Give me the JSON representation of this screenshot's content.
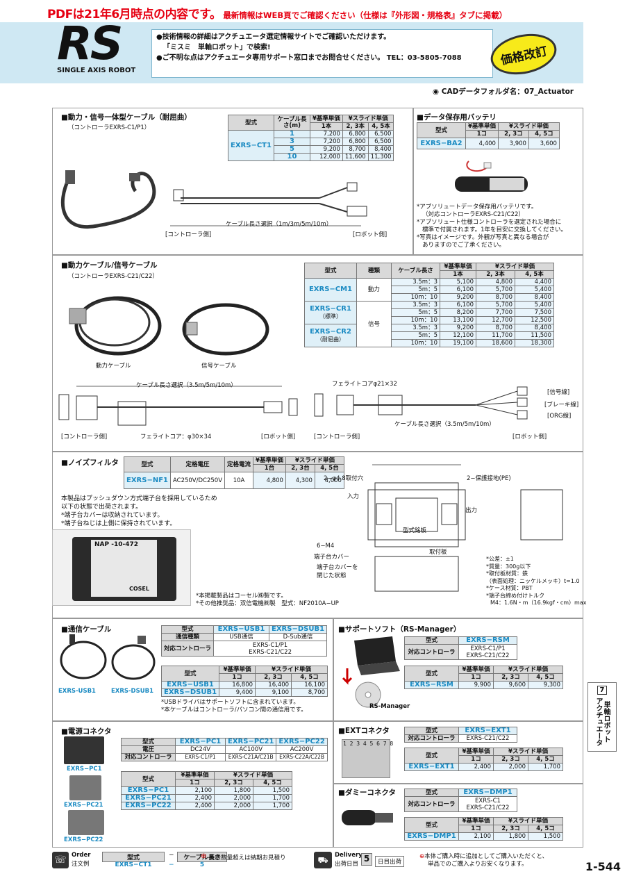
{
  "banner": {
    "big": "PDFは21年6月時点の内容です。",
    "small": "最新情報はWEB頁でご確認ください（仕様は『外形図・規格表』タブに掲載）"
  },
  "header": {
    "title": "RS",
    "subtitle": "SINGLE AXIS ROBOT",
    "notice1": "●技術情報の詳細はアクチュエータ選定情報サイトでご確認いただけます。",
    "notice2": "「ミスミ　単軸ロボット」で検索!",
    "notice3": "●ご不明な点はアクチュエータ専用サポート窓口までお問合せください。 TEL：03-5805-7088",
    "badge": "価格改訂",
    "cad": "CADデータフォルダ名：07_Actuator"
  },
  "s1": {
    "title": "■動力・信号一体型ケーブル（耐屈曲）",
    "sub": "（コントローラEXRS-C1/P1）",
    "h": [
      "型式",
      "ケーブル長さ(m)",
      "¥基準単価",
      "¥スライド単価"
    ],
    "h2": [
      "1本",
      "2, 3本",
      "4, 5本"
    ],
    "model": "EXRS−CT1",
    "rows": [
      [
        "1",
        "7,200",
        "6,800",
        "6,500"
      ],
      [
        "3",
        "7,200",
        "6,800",
        "6,500"
      ],
      [
        "5",
        "9,200",
        "8,700",
        "8,400"
      ],
      [
        "10",
        "12,000",
        "11,600",
        "11,300"
      ]
    ],
    "dim": "ケーブル長さ選択（1m/3m/5m/10m）",
    "ctl": "[コントローラ側]",
    "rob": "[ロボット側]"
  },
  "s2": {
    "title": "■データ保存用バッテリ",
    "h": [
      "型式",
      "¥基準単価",
      "¥スライド単価"
    ],
    "h2": [
      "1コ",
      "2, 3コ",
      "4, 5コ"
    ],
    "row": [
      "EXRS−BA2",
      "4,400",
      "3,900",
      "3,600"
    ],
    "notes": [
      "*アブソリュートデータ保存用バッテリです。",
      "（対応コントローラEXRS-C21/C22）",
      "*アブソリュート仕様コントローラを選定された場合に",
      "標準で付属されます。1年を目安に交換してください。",
      "*写真はイメージです。外観が写真と異なる場合が",
      "ありますのでご了承ください。"
    ]
  },
  "s3": {
    "title": "■動力ケーブル/信号ケーブル",
    "sub": "（コントローラEXRS-C21/C22）",
    "cap1": "動力ケーブル",
    "cap2": "信号ケーブル",
    "h": [
      "型式",
      "種類",
      "ケーブル長さ",
      "¥基準単価",
      "¥スライド単価"
    ],
    "h2": [
      "1本",
      "2, 3本",
      "4, 5本"
    ],
    "m1": "EXRS−CM1",
    "m2": "EXRS−CR1",
    "m2s": "（標準）",
    "m3": "EXRS−CR2",
    "m3s": "（耐屈曲）",
    "k1": "動力",
    "k2": "信号",
    "rows": [
      [
        "3.5m：3",
        "5,100",
        "4,800",
        "4,400"
      ],
      [
        "5m：5",
        "6,100",
        "5,700",
        "5,400"
      ],
      [
        "10m：10",
        "9,200",
        "8,700",
        "8,400"
      ],
      [
        "3.5m：3",
        "6,100",
        "5,700",
        "5,400"
      ],
      [
        "5m：5",
        "8,200",
        "7,700",
        "7,500"
      ],
      [
        "10m：10",
        "13,100",
        "12,700",
        "12,500"
      ],
      [
        "3.5m：3",
        "9,200",
        "8,700",
        "8,400"
      ],
      [
        "5m：5",
        "12,100",
        "11,700",
        "11,500"
      ],
      [
        "10m：10",
        "19,100",
        "18,600",
        "18,300"
      ]
    ],
    "d1": "ケーブル長さ選択（3.5m/5m/10m）",
    "d2": "フェライトコア：φ30×34",
    "d3": "フェライトコアφ21×32",
    "ctl": "[コントローラ側]",
    "rob": "[ロボット側]",
    "sig": "[信号線]",
    "brk": "[ブレーキ線]",
    "org": "[ORG線]"
  },
  "s4": {
    "title": "■ノイズフィルタ",
    "h": [
      "型式",
      "定格電圧",
      "定格電流",
      "¥基準単価",
      "¥スライド単価"
    ],
    "h2": [
      "1台",
      "2, 3台",
      "4, 5台"
    ],
    "row": [
      "EXRS−NF1",
      "AC250V/DC250V",
      "10A",
      "4,800",
      "4,300",
      "4,000"
    ],
    "desc": [
      "本製品はプッシュダウン方式端子台を採用しているため",
      "以下の状態で出荷されます。",
      "*端子台カバーは収納されています。",
      "*端子台ねじは上側に保持されています。"
    ],
    "notes": [
      "*本掲載製品はコーセル㈱製です。",
      "*その他推奨品：双信電機㈱製　型式：NF2010A−UP"
    ],
    "spec": [
      "*公差：±1",
      "*質量：300g以下",
      "*取付板材質：鉄",
      "（表面処理：ニッケルメッキ）t=1.0",
      "*ケース材質：PBT",
      "*端子台締め付けトルク",
      "M4：1.6N・m（16.9kgf・cm）max"
    ],
    "labels": [
      "入力",
      "出力",
      "型式銘板",
      "端子台カバー",
      "取付板",
      "2−φ4.8取付穴",
      "2−保護接地(PE)",
      "6−M4",
      "端子台カバーを閉じた状態"
    ],
    "brand": "NAP -10-472",
    "cosel": "COSEL"
  },
  "s5": {
    "title": "■通信ケーブル",
    "h1": "型式",
    "m1": "EXRS−USB1",
    "m2": "EXRS−DSUB1",
    "r1": [
      "通信種類",
      "USB通信",
      "D-Sub通信"
    ],
    "r2": [
      "対応コントローラ",
      "EXRS-C1/P1",
      "EXRS-C21/C22"
    ],
    "h": [
      "型式",
      "¥基準単価",
      "¥スライド単価"
    ],
    "h2": [
      "1コ",
      "2, 3コ",
      "4, 5コ"
    ],
    "rows": [
      [
        "EXRS−USB1",
        "16,800",
        "16,400",
        "16,100"
      ],
      [
        "EXRS−DSUB1",
        "9,400",
        "9,100",
        "8,700"
      ]
    ],
    "notes": [
      "*USBドライバはサポートソフトに含まれています。",
      "*本ケーブルはコントローラ/パソコン間の通信用です。"
    ],
    "cap1": "EXRS-USB1",
    "cap2": "EXRS-DSUB1"
  },
  "s6": {
    "title": "■サポートソフト（RS-Manager）",
    "m": "EXRS−RSM",
    "r": [
      "対応コントローラ",
      "EXRS-C1/P1",
      "EXRS-C21/C22"
    ],
    "h": [
      "型式",
      "¥基準単価",
      "¥スライド単価"
    ],
    "h2": [
      "1コ",
      "2, 3コ",
      "4, 5コ"
    ],
    "row": [
      "EXRS−RSM",
      "9,900",
      "9,600",
      "9,300"
    ],
    "cap": "RS-Manager"
  },
  "s7": {
    "title": "■電源コネクタ",
    "h1": "型式",
    "m": [
      "EXRS−PC1",
      "EXRS−PC21",
      "EXRS−PC22"
    ],
    "r1": [
      "電圧",
      "DC24V",
      "AC100V",
      "AC200V"
    ],
    "r2": [
      "対応コントローラ",
      "EXRS-C1/P1",
      "EXRS-C21A/C21B",
      "EXRS-C22A/C22B"
    ],
    "h": [
      "型式",
      "¥基準単価",
      "¥スライド単価"
    ],
    "h2": [
      "1コ",
      "2, 3コ",
      "4, 5コ"
    ],
    "rows": [
      [
        "EXRS−PC1",
        "2,100",
        "1,800",
        "1,500"
      ],
      [
        "EXRS−PC21",
        "2,400",
        "2,000",
        "1,700"
      ],
      [
        "EXRS−PC22",
        "2,400",
        "2,000",
        "1,700"
      ]
    ],
    "caps": [
      "EXRS−PC1",
      "EXRS−PC21",
      "EXRS−PC22"
    ]
  },
  "s8": {
    "title": "■EXTコネクタ",
    "m": "EXRS−EXT1",
    "r": [
      "対応コントローラ",
      "EXRS-C21/C22"
    ],
    "h": [
      "型式",
      "¥基準単価",
      "¥スライド単価"
    ],
    "h2": [
      "1コ",
      "2, 3コ",
      "4, 5コ"
    ],
    "row": [
      "EXRS−EXT1",
      "2,400",
      "2,000",
      "1,700"
    ],
    "pins": "1 2 3 4 5 6 7 8"
  },
  "s9": {
    "title": "■ダミーコネクタ",
    "m": "EXRS−DMP1",
    "r": [
      "対応コントローラ",
      "EXRS-C1",
      "EXRS-C21/C22"
    ],
    "h": [
      "型式",
      "¥基準単価",
      "¥スライド単価"
    ],
    "h2": [
      "1コ",
      "2, 3コ",
      "4, 5コ"
    ],
    "row": [
      "EXRS−DMP1",
      "2,100",
      "1,800",
      "1,500"
    ]
  },
  "footer": {
    "order": "Order",
    "order_jp": "注文例",
    "t1": "型式",
    "t2": "ケーブル長さ",
    "v1": "EXRS−CT1",
    "v2": "5",
    "note1": "表示数量超えは納期お見積り",
    "delivery": "Delivery",
    "delivery_jp": "出荷日目",
    "days": "5",
    "days_lbl": "日目出荷",
    "note2": "本体ご購入時に追加としてご購入いただくと、",
    "note3": "単品でのご購入よりお安くなります。",
    "page": "1-544"
  },
  "side": {
    "num": "7",
    "text": "単軸ロボット アクチュエータ"
  }
}
